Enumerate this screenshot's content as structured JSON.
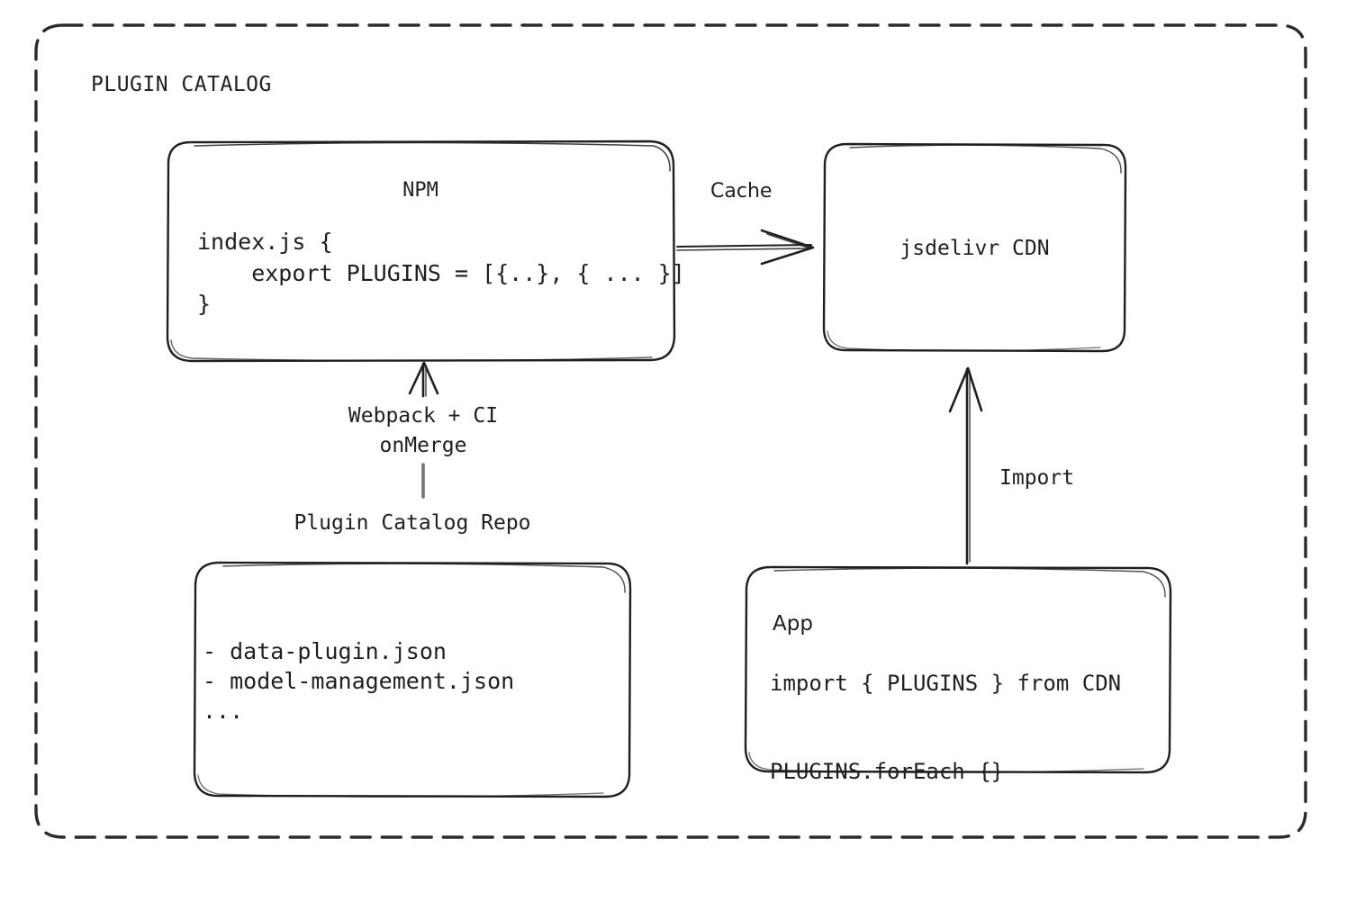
{
  "diagram": {
    "group_title": "PLUGIN CATALOG",
    "background": "#ffffff",
    "stroke_color": "#1f1f1f",
    "nodes": {
      "npm": {
        "title": "NPM",
        "code": "index.js {\n    export PLUGINS = [{..}, { ... }]\n}"
      },
      "cdn": {
        "title": "jsdelivr CDN"
      },
      "repo": {
        "caption": "Plugin Catalog Repo",
        "files": "- data-plugin.json\n- model-management.json\n..."
      },
      "app": {
        "title": "App",
        "code": "import { PLUGINS } from CDN\n\nPLUGINS.forEach {}"
      }
    },
    "edges": {
      "npm_to_cdn": "Cache",
      "repo_to_npm": "Webpack + CI\nonMerge",
      "app_to_cdn": "Import"
    }
  }
}
